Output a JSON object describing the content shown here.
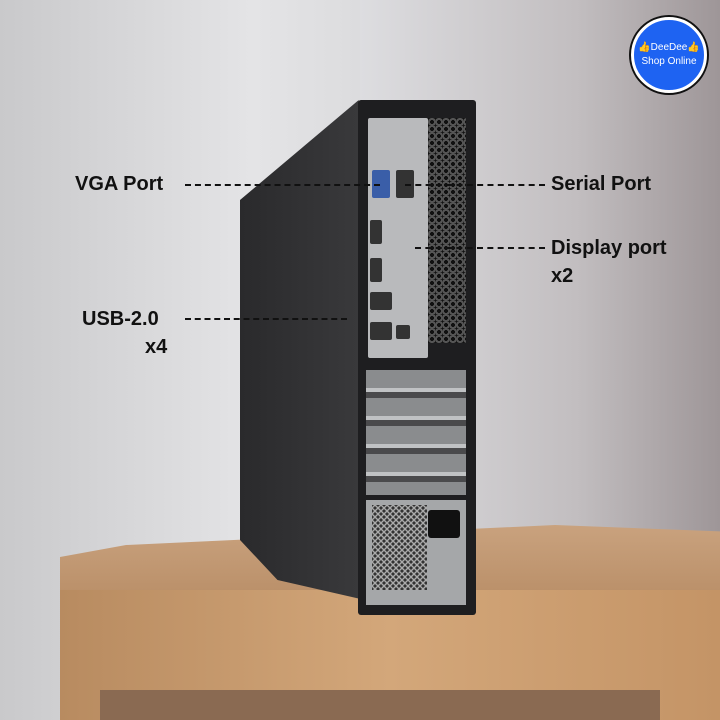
{
  "logo": {
    "line1": "👍DeeDee👍",
    "line2": "Shop Online"
  },
  "annotations": {
    "vga": "VGA Port",
    "serial": "Serial Port",
    "display_line1": "Display port",
    "display_line2": "x2",
    "usb_line1": "USB-2.0",
    "usb_line2": "x4"
  }
}
